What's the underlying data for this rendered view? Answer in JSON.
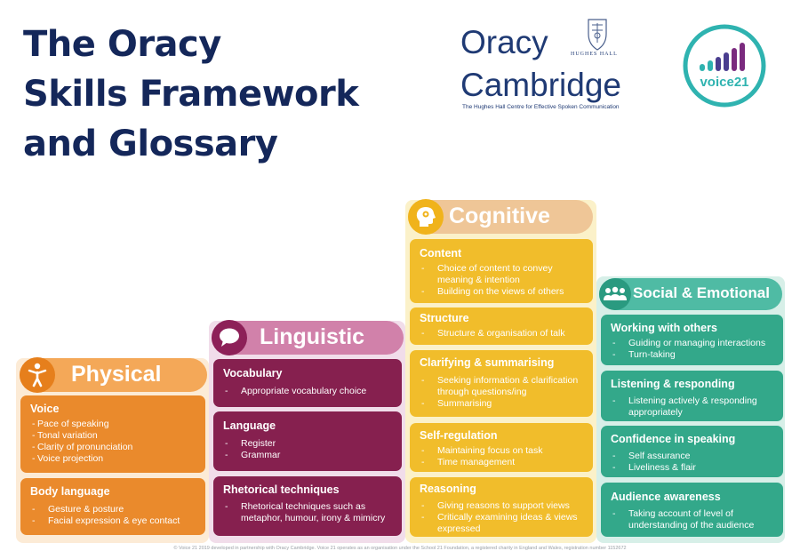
{
  "title": {
    "line1": "The Oracy",
    "line2": "Skills Framework",
    "line3": "and Glossary"
  },
  "oracy_cambridge": {
    "word1": "Oracy",
    "word2": "Cambridge",
    "college": "HUGHES HALL",
    "tagline": "The Hughes Hall Centre for Effective Spoken Communication"
  },
  "voice21": {
    "logo_text": "voice21"
  },
  "colors": {
    "physical": "#ea8a2c",
    "linguistic": "#86204f",
    "cognitive": "#f1bd2b",
    "social": "#33a88a",
    "title": "#14275a"
  },
  "physical": {
    "title": "Physical",
    "icon": "person-icon",
    "cards": [
      {
        "heading": "Voice",
        "items": [
          "Pace of speaking",
          "Tonal variation",
          "Clarity of pronunciation",
          "Voice projection"
        ]
      },
      {
        "heading": "Body language",
        "items": [
          "Gesture & posture",
          "Facial expression & eye contact"
        ]
      }
    ]
  },
  "linguistic": {
    "title": "Linguistic",
    "icon": "speech-bubble-icon",
    "cards": [
      {
        "heading": "Vocabulary",
        "items": [
          "Appropriate vocabulary choice"
        ]
      },
      {
        "heading": "Language",
        "items": [
          "Register",
          "Grammar"
        ]
      },
      {
        "heading": "Rhetorical techniques",
        "items": [
          "Rhetorical techniques such as metaphor, humour, irony & mimicry"
        ]
      }
    ]
  },
  "cognitive": {
    "title": "Cognitive",
    "icon": "head-gear-icon",
    "cards": [
      {
        "heading": "Content",
        "items": [
          "Choice of content to convey meaning & intention",
          "Building on the views of others"
        ]
      },
      {
        "heading": "Structure",
        "items": [
          "Structure & organisation of talk"
        ]
      },
      {
        "heading": "Clarifying & summarising",
        "items": [
          "Seeking information & clarification through questions/ing",
          "Summarising"
        ]
      },
      {
        "heading": "Self-regulation",
        "items": [
          "Maintaining focus on task",
          "Time management"
        ]
      },
      {
        "heading": "Reasoning",
        "items": [
          "Giving reasons to support views",
          "Critically examining ideas & views expressed"
        ]
      }
    ]
  },
  "social": {
    "title": "Social & Emotional",
    "icon": "group-icon",
    "cards": [
      {
        "heading": "Working with others",
        "items": [
          "Guiding or managing interactions",
          "Turn-taking"
        ]
      },
      {
        "heading": "Listening & responding",
        "items": [
          "Listening actively & responding appropriately"
        ]
      },
      {
        "heading": "Confidence in speaking",
        "items": [
          "Self assurance",
          "Liveliness & flair"
        ]
      },
      {
        "heading": "Audience awareness",
        "items": [
          "Taking account of level of understanding of the audience"
        ]
      }
    ]
  },
  "footer": "© Voice 21 2019 developed in partnership with Oracy Cambridge. Voice 21 operates as an organisation under the School 21 Foundation, a registered charity in England and Wales, registration number 1152672"
}
